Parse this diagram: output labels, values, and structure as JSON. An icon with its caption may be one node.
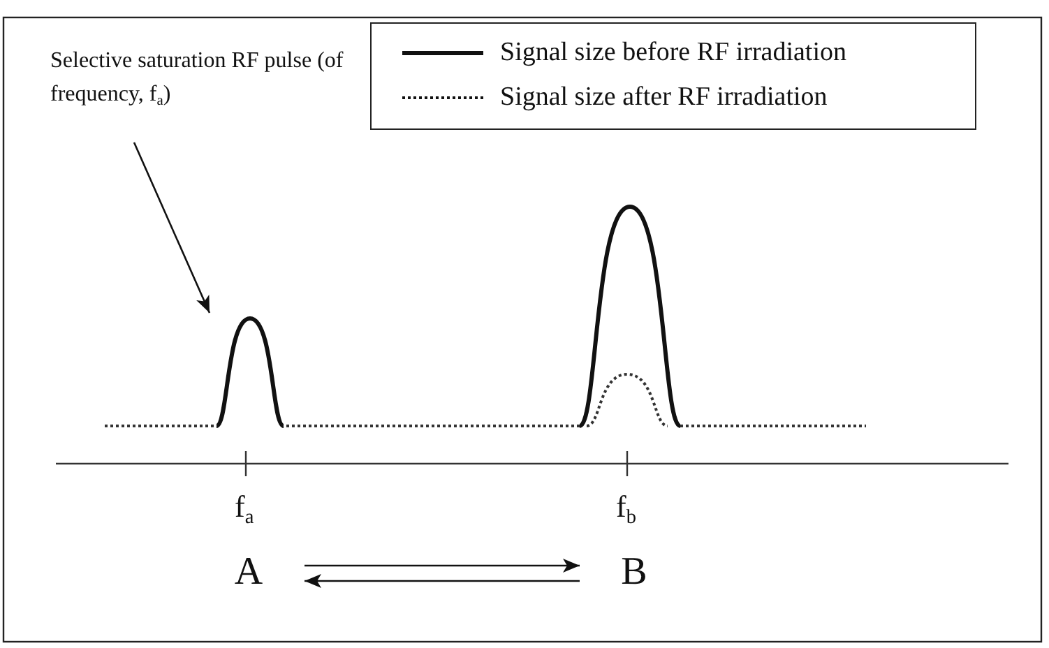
{
  "diagram": {
    "nodes": [
      {
        "text": [
          "Selective saturation RF pulse (of frequency, f$_{a}$)"
        ]
      },
      {
        "text": [],
        "shape": "picture"
      },
      {
        "text": [
          "A"
        ]
      },
      {
        "text": [
          "B"
        ]
      }
    ],
    "edges": [
      {
        "from": 0,
        "to": 1,
        "arrow": "to"
      },
      {
        "from": 2,
        "to": 3,
        "arrow": "to"
      },
      {
        "from": 3,
        "to": 2,
        "arrow": "to"
      }
    ],
    "labels": [
      "f$_{a}$",
      "f$_{b}$"
    ],
    "legend": [
      {
        "text": "Signal size before RF irradiation"
      },
      {
        "text": "Signal size after RF irradiation"
      }
    ]
  }
}
